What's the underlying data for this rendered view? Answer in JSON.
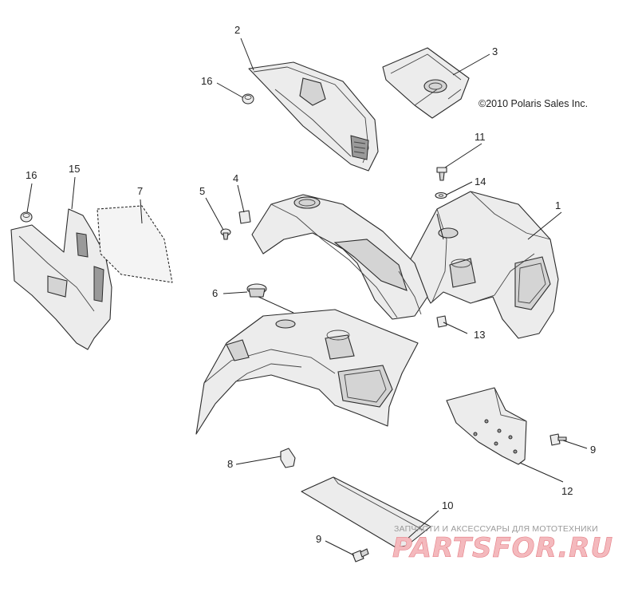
{
  "copyright": "©2010 Polaris Sales Inc.",
  "watermark": {
    "tagline": "ЗАПЧАСТИ И АКСЕССУАРЫ ДЛЯ МОТОТЕХНИКИ",
    "brand": "PARTSFOR.RU",
    "brand_color": "#f4b9bd"
  },
  "callouts": [
    {
      "id": "c1",
      "label": "1"
    },
    {
      "id": "c2",
      "label": "2"
    },
    {
      "id": "c3",
      "label": "3"
    },
    {
      "id": "c4",
      "label": "4"
    },
    {
      "id": "c5",
      "label": "5"
    },
    {
      "id": "c6",
      "label": "6"
    },
    {
      "id": "c7",
      "label": "7"
    },
    {
      "id": "c8",
      "label": "8"
    },
    {
      "id": "c9a",
      "label": "9"
    },
    {
      "id": "c9b",
      "label": "9"
    },
    {
      "id": "c10",
      "label": "10"
    },
    {
      "id": "c11",
      "label": "11"
    },
    {
      "id": "c12",
      "label": "12"
    },
    {
      "id": "c13",
      "label": "13"
    },
    {
      "id": "c14",
      "label": "14"
    },
    {
      "id": "c15",
      "label": "15"
    },
    {
      "id": "c16a",
      "label": "16"
    },
    {
      "id": "c16b",
      "label": "16"
    }
  ]
}
